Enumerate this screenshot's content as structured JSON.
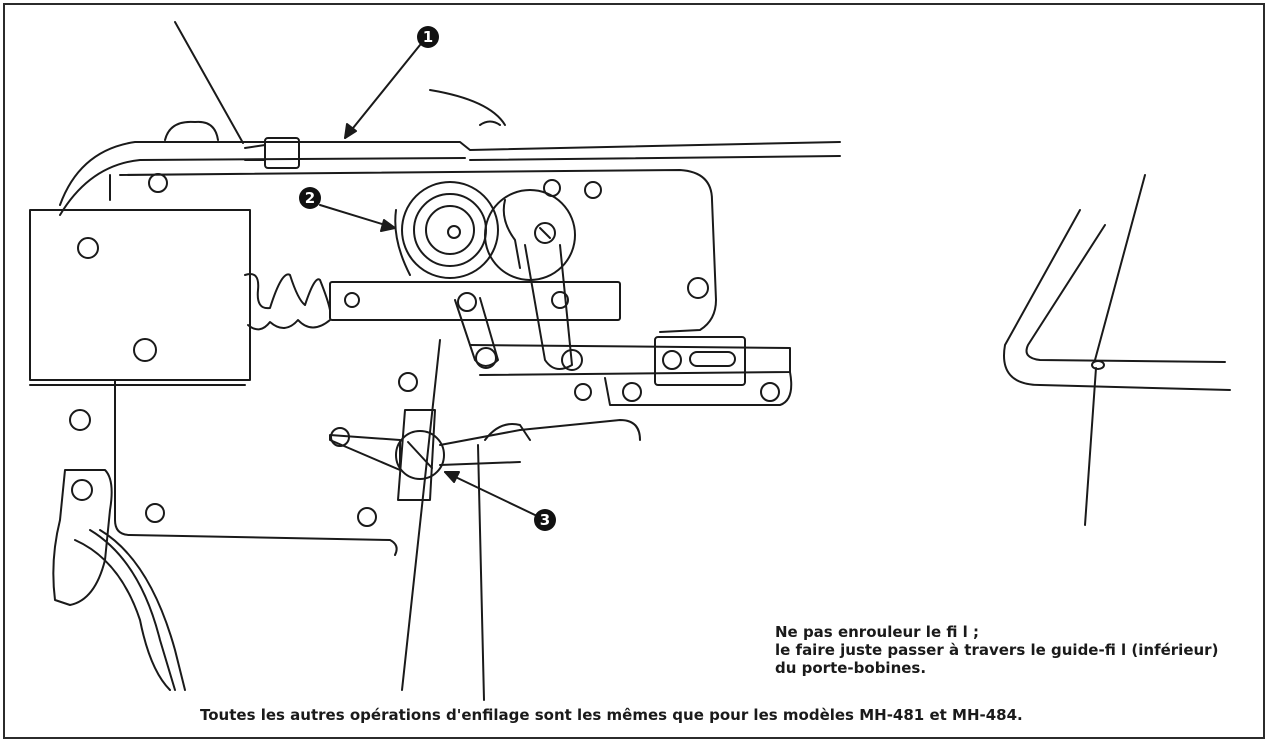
{
  "diagram": {
    "callouts": [
      {
        "id": "callout-1",
        "label": "1"
      },
      {
        "id": "callout-2",
        "label": "2"
      },
      {
        "id": "callout-3",
        "label": "3"
      }
    ],
    "notes": {
      "right_line1": "Ne pas enrouleur le fi l ;",
      "right_line2": "le faire juste passer à travers le guide-fi l (inférieur)",
      "right_line3": "du porte-bobines.",
      "bottom": "Toutes les autres opérations d'enfilage sont les mêmes que pour les modèles MH-481 et MH-484."
    }
  },
  "colors": {
    "ink": "#1a1a1a",
    "background": "#ffffff"
  }
}
